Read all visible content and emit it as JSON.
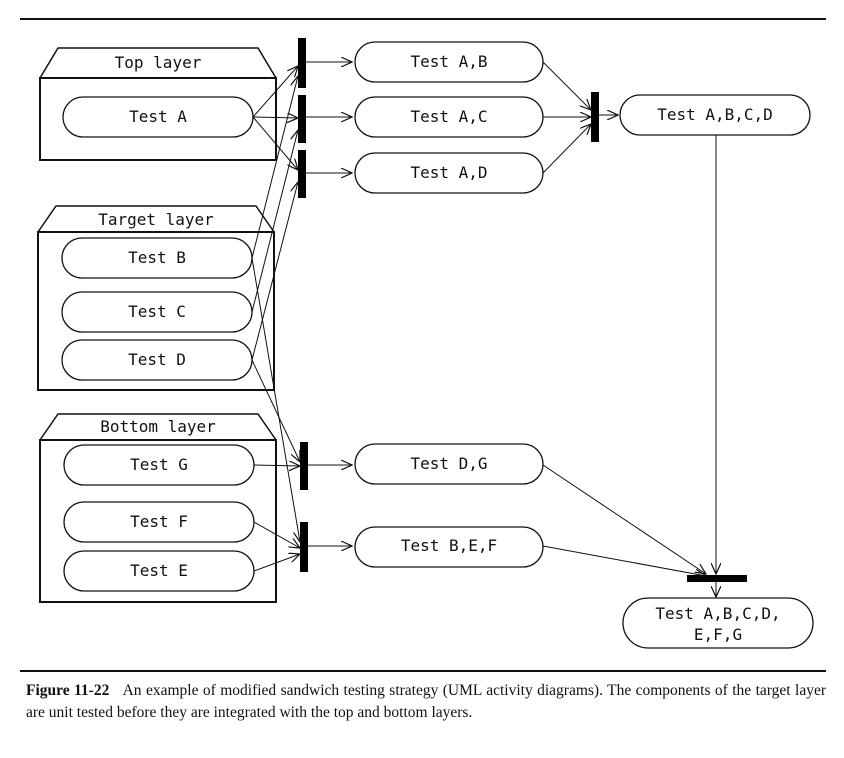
{
  "layers": {
    "top": "Top layer",
    "target": "Target layer",
    "bottom": "Bottom layer"
  },
  "unit_tests": {
    "a": "Test A",
    "b": "Test B",
    "c": "Test C",
    "d": "Test D",
    "g": "Test G",
    "f": "Test F",
    "e": "Test E"
  },
  "integration_tests": {
    "ab": "Test A,B",
    "ac": "Test A,C",
    "ad": "Test A,D",
    "abcd": "Test A,B,C,D",
    "dg": "Test D,G",
    "bef": "Test B,E,F",
    "all_line1": "Test A,B,C,D,",
    "all_line2": "E,F,G"
  },
  "caption": {
    "label": "Figure 11-22",
    "text": "An example of modified sandwich testing strategy (UML activity diagrams). The components of the target layer are unit tested before they are integrated with the top and bottom layers."
  }
}
